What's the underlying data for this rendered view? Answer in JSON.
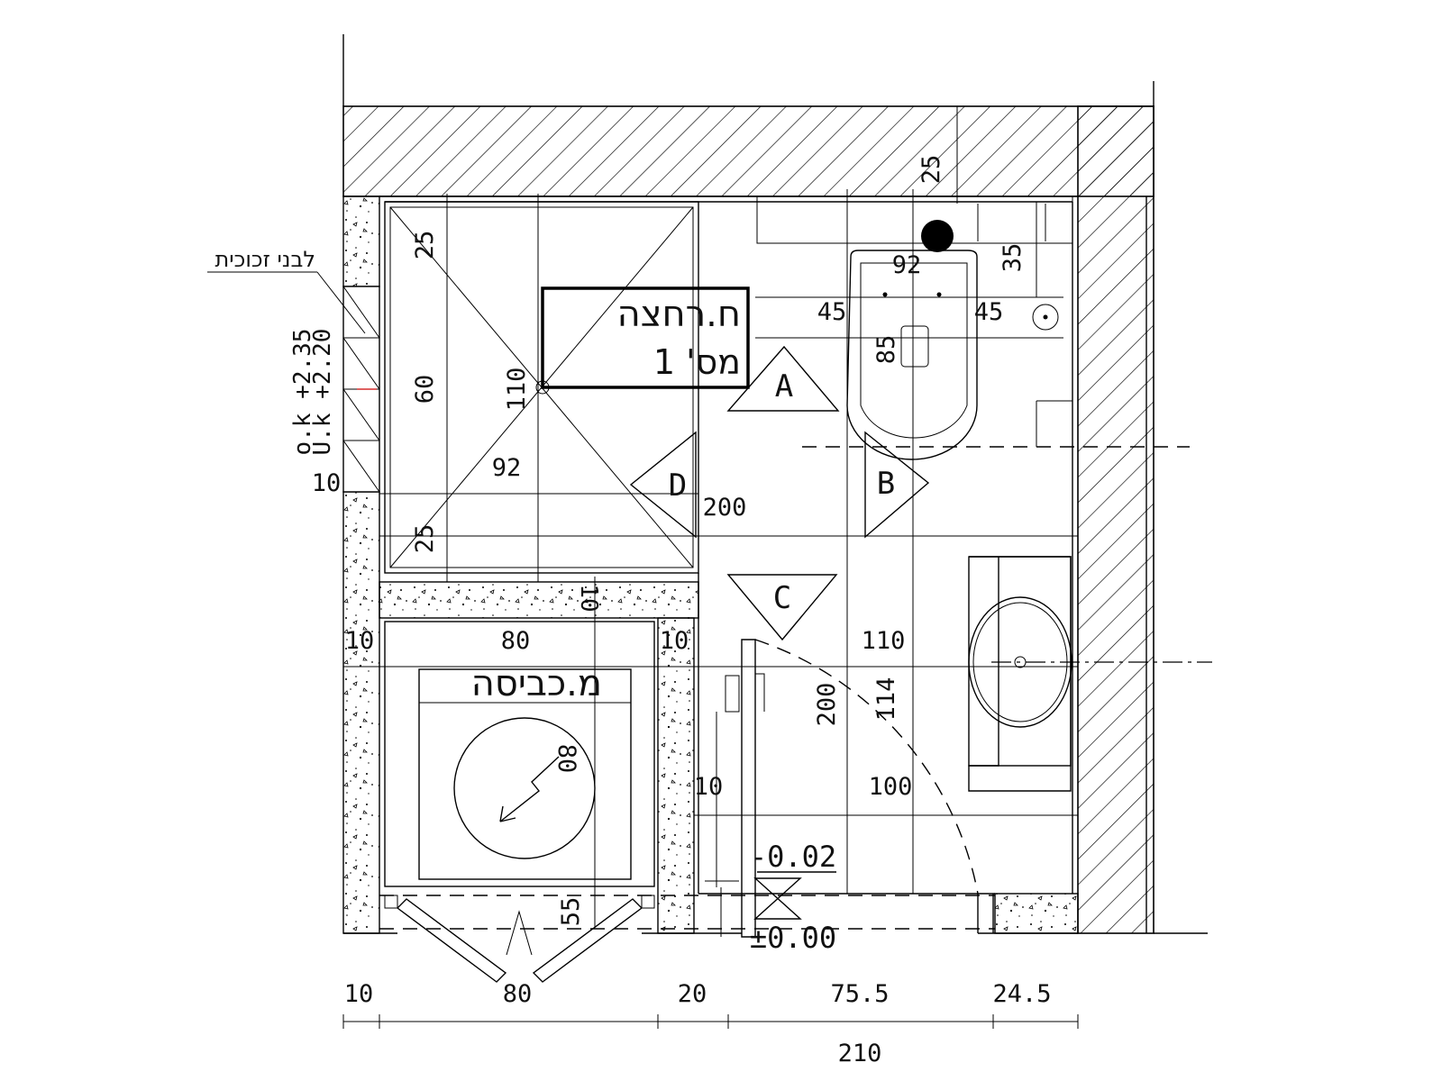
{
  "room": {
    "name": "ח.רחצה",
    "number": "מס' 1"
  },
  "labels": {
    "glass_blocks": "לבני זכוכית",
    "washing_machine": "מ.כביסה",
    "window_top": "o.k +2.35",
    "window_bottom": "U.k +2.20",
    "level_floor": "-0.02",
    "level_zero": "±0.00"
  },
  "markers": [
    "A",
    "B",
    "C",
    "D"
  ],
  "dimensions": {
    "top_wall": "25",
    "shower_top": "25",
    "shower_window": "60",
    "shower_bottom": "25",
    "window_sill": "10",
    "shower_depth": "110",
    "shower_width": "92",
    "shower_partition": "10",
    "room_200_horizontal": "200",
    "toilet_width": "92",
    "toilet_depth": "35",
    "toilet_left": "45",
    "toilet_right": "45",
    "toilet_85": "85",
    "wm_left": "10",
    "wm_width": "80",
    "wm_right": "10",
    "wm_diameter": "80",
    "wm_door": "55",
    "room_200_vertical": "200",
    "passage_110": "110",
    "passage_114": "114",
    "passage_100": "100",
    "glass_10": "10",
    "bottom_10": "10",
    "bottom_80": "80",
    "bottom_20": "20",
    "bottom_75_5": "75.5",
    "bottom_24_5": "24.5",
    "bottom_total": "210"
  }
}
